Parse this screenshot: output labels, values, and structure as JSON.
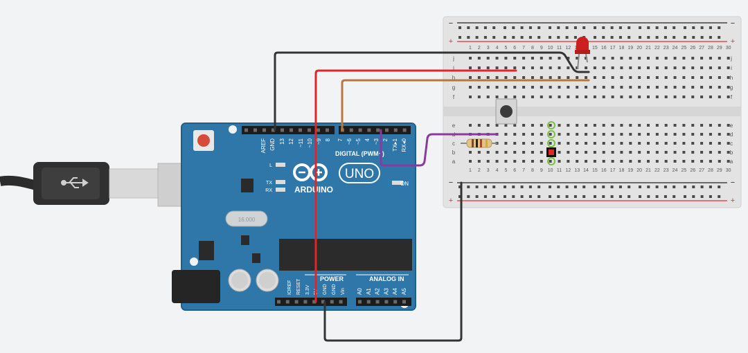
{
  "arduino": {
    "brand": "ARDUINO",
    "model": "UNO",
    "digital_label": "DIGITAL (PWM~)",
    "power_label": "POWER",
    "analog_label": "ANALOG IN",
    "on_label": "ON",
    "led_labels": [
      "L",
      "TX",
      "RX"
    ],
    "crystal_label": "16.000",
    "top_header_labels": [
      "AREF",
      "GND",
      "13",
      "12",
      "~11",
      "~10",
      "~9",
      "8",
      "7",
      "~6",
      "~5",
      "4",
      "~3",
      "2",
      "TX▸1",
      "RX◂0"
    ],
    "power_pin_labels": [
      "IOREF",
      "RESET",
      "3.3V",
      "5V",
      "GND",
      "GND",
      "Vin"
    ],
    "analog_pin_labels": [
      "A0",
      "A1",
      "A2",
      "A3",
      "A4",
      "A5"
    ]
  },
  "breadboard": {
    "columns": [
      "1",
      "2",
      "3",
      "4",
      "5",
      "6",
      "7",
      "8",
      "9",
      "10",
      "11",
      "12",
      "13",
      "14",
      "15",
      "16",
      "17",
      "18",
      "19",
      "20",
      "21",
      "22",
      "23",
      "24",
      "25",
      "26",
      "27",
      "28",
      "29",
      "30"
    ],
    "rows_top": [
      "j",
      "i",
      "h",
      "g",
      "f"
    ],
    "rows_bottom": [
      "e",
      "d",
      "c",
      "b",
      "a"
    ],
    "rail_minus": "−",
    "rail_plus": "+"
  },
  "usb_icon_name": "usb-icon",
  "colors": {
    "board": "#2f77a8",
    "wire_black": "#333333",
    "wire_red": "#e02626",
    "wire_brown": "#b9773c",
    "wire_purple": "#8a3a9e",
    "led": "#cc1f1f",
    "breadboard": "#e3e3e3"
  }
}
